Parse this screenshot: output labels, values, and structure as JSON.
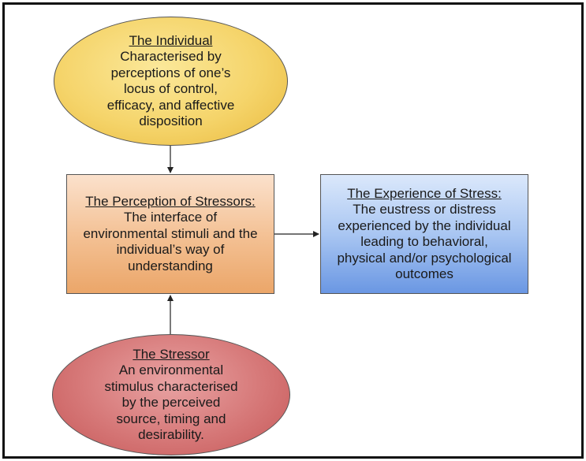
{
  "nodes": {
    "individual": {
      "title": "The Individual",
      "lines": [
        "Characterised by",
        "perceptions of one’s",
        "locus of control,",
        "efficacy, and affective",
        "disposition"
      ]
    },
    "perception": {
      "title": "The Perception of Stressors:",
      "lines": [
        "The interface of",
        "environmental stimuli and the",
        "individual’s way of",
        "understanding"
      ]
    },
    "experience": {
      "title": "The Experience of Stress:",
      "lines": [
        "The eustress or distress",
        "experienced by the individual",
        "leading to behavioral,",
        "physical and/or psychological",
        "outcomes"
      ]
    },
    "stressor": {
      "title": "The Stressor",
      "lines": [
        "An environmental",
        "stimulus characterised",
        "by the perceived",
        "source, timing and",
        "desirability."
      ]
    }
  },
  "colors": {
    "individual": "#f5d46a",
    "perception": "#f3bf91",
    "experience": "#a9c6f2",
    "stressor": "#d67878",
    "connector": "#222222"
  }
}
